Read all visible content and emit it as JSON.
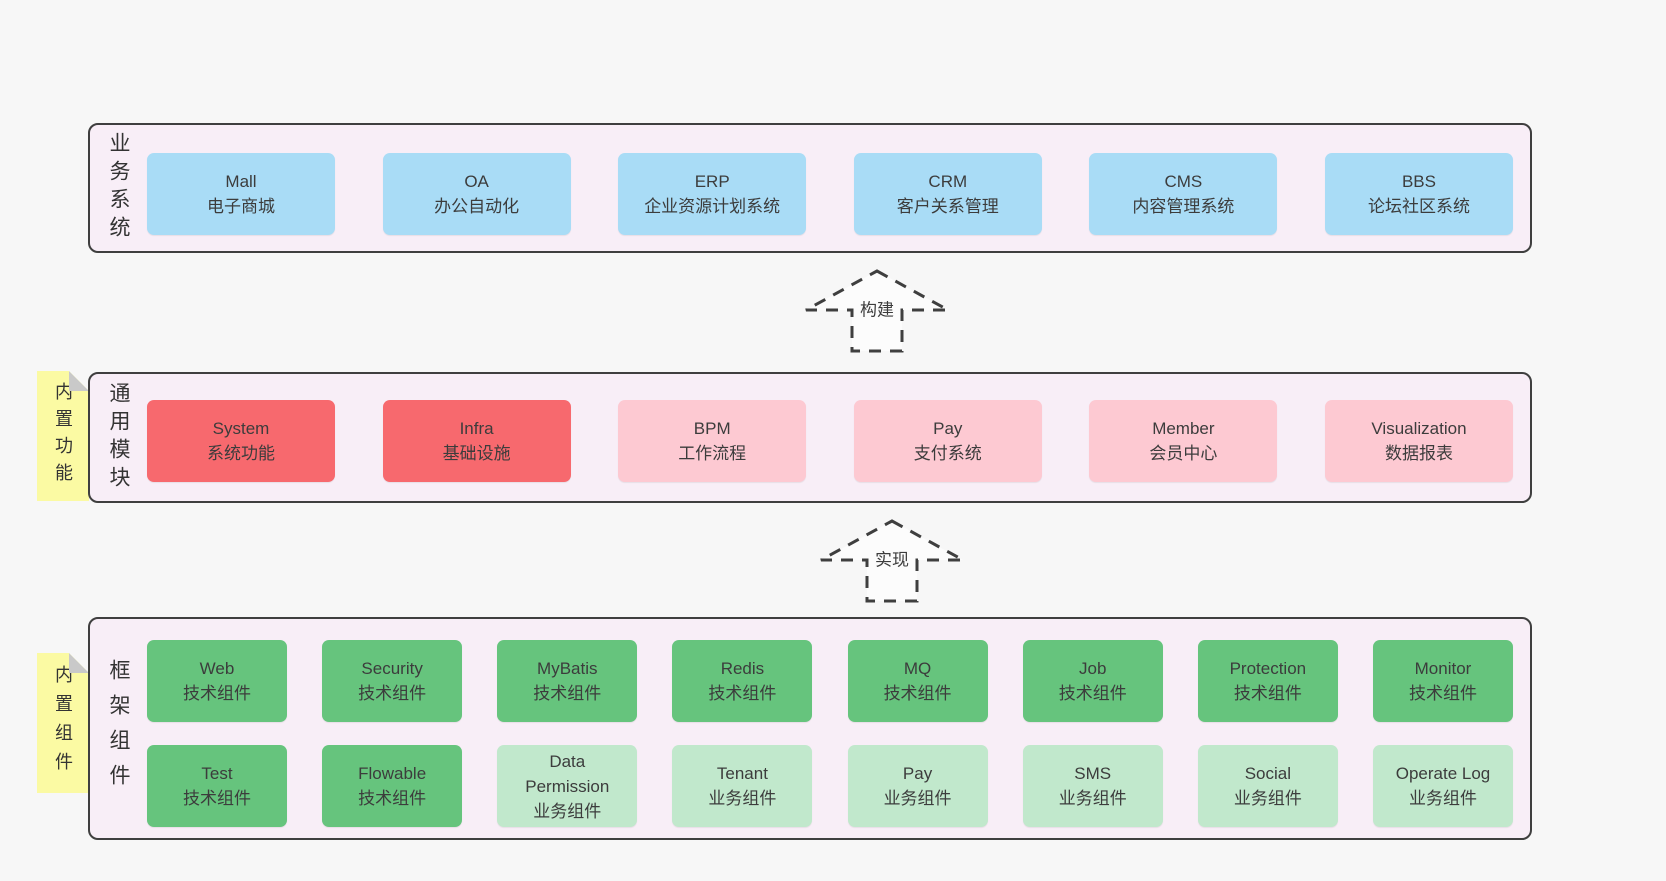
{
  "colors": {
    "page_bg": "#f7f7f7",
    "container_bg": "#f8eef7",
    "border": "#3f3f3f",
    "text": "#3c3c3c",
    "blue_box": "#a9dcf6",
    "red_box": "#f7696e",
    "pink_box": "#fdc9d2",
    "green_box": "#66c47d",
    "light_green_box": "#c1e8cc",
    "note_yellow": "#fbfaa3",
    "note_fold_gray": "#c9c9c9"
  },
  "sections": {
    "business": {
      "label": "业务系统",
      "boxes": [
        {
          "title": "Mall",
          "subtitle": "电子商城",
          "variant": "blue"
        },
        {
          "title": "OA",
          "subtitle": "办公自动化",
          "variant": "blue"
        },
        {
          "title": "ERP",
          "subtitle": "企业资源计划系统",
          "variant": "blue"
        },
        {
          "title": "CRM",
          "subtitle": "客户关系管理",
          "variant": "blue"
        },
        {
          "title": "CMS",
          "subtitle": "内容管理系统",
          "variant": "blue"
        },
        {
          "title": "BBS",
          "subtitle": "论坛社区系统",
          "variant": "blue"
        }
      ]
    },
    "modules": {
      "label": "通用模块",
      "note": "内置功能",
      "boxes": [
        {
          "title": "System",
          "subtitle": "系统功能",
          "variant": "red"
        },
        {
          "title": "Infra",
          "subtitle": "基础设施",
          "variant": "red"
        },
        {
          "title": "BPM",
          "subtitle": "工作流程",
          "variant": "pink"
        },
        {
          "title": "Pay",
          "subtitle": "支付系统",
          "variant": "pink"
        },
        {
          "title": "Member",
          "subtitle": "会员中心",
          "variant": "pink"
        },
        {
          "title": "Visualization",
          "subtitle": "数据报表",
          "variant": "pink"
        }
      ]
    },
    "framework": {
      "label": "框架组件",
      "note": "内置组件",
      "row1": [
        {
          "title": "Web",
          "subtitle": "技术组件",
          "variant": "green"
        },
        {
          "title": "Security",
          "subtitle": "技术组件",
          "variant": "green"
        },
        {
          "title": "MyBatis",
          "subtitle": "技术组件",
          "variant": "green"
        },
        {
          "title": "Redis",
          "subtitle": "技术组件",
          "variant": "green"
        },
        {
          "title": "MQ",
          "subtitle": "技术组件",
          "variant": "green"
        },
        {
          "title": "Job",
          "subtitle": "技术组件",
          "variant": "green"
        },
        {
          "title": "Protection",
          "subtitle": "技术组件",
          "variant": "green"
        },
        {
          "title": "Monitor",
          "subtitle": "技术组件",
          "variant": "green"
        }
      ],
      "row2": [
        {
          "title": "Test",
          "subtitle": "技术组件",
          "variant": "green"
        },
        {
          "title": "Flowable",
          "subtitle": "技术组件",
          "variant": "green"
        },
        {
          "title": "Data Permission",
          "subtitle": "业务组件",
          "variant": "lightgreen"
        },
        {
          "title": "Tenant",
          "subtitle": "业务组件",
          "variant": "lightgreen"
        },
        {
          "title": "Pay",
          "subtitle": "业务组件",
          "variant": "lightgreen"
        },
        {
          "title": "SMS",
          "subtitle": "业务组件",
          "variant": "lightgreen"
        },
        {
          "title": "Social",
          "subtitle": "业务组件",
          "variant": "lightgreen"
        },
        {
          "title": "Operate Log",
          "subtitle": "业务组件",
          "variant": "lightgreen"
        }
      ]
    }
  },
  "arrows": [
    {
      "label": "构建"
    },
    {
      "label": "实现"
    }
  ]
}
